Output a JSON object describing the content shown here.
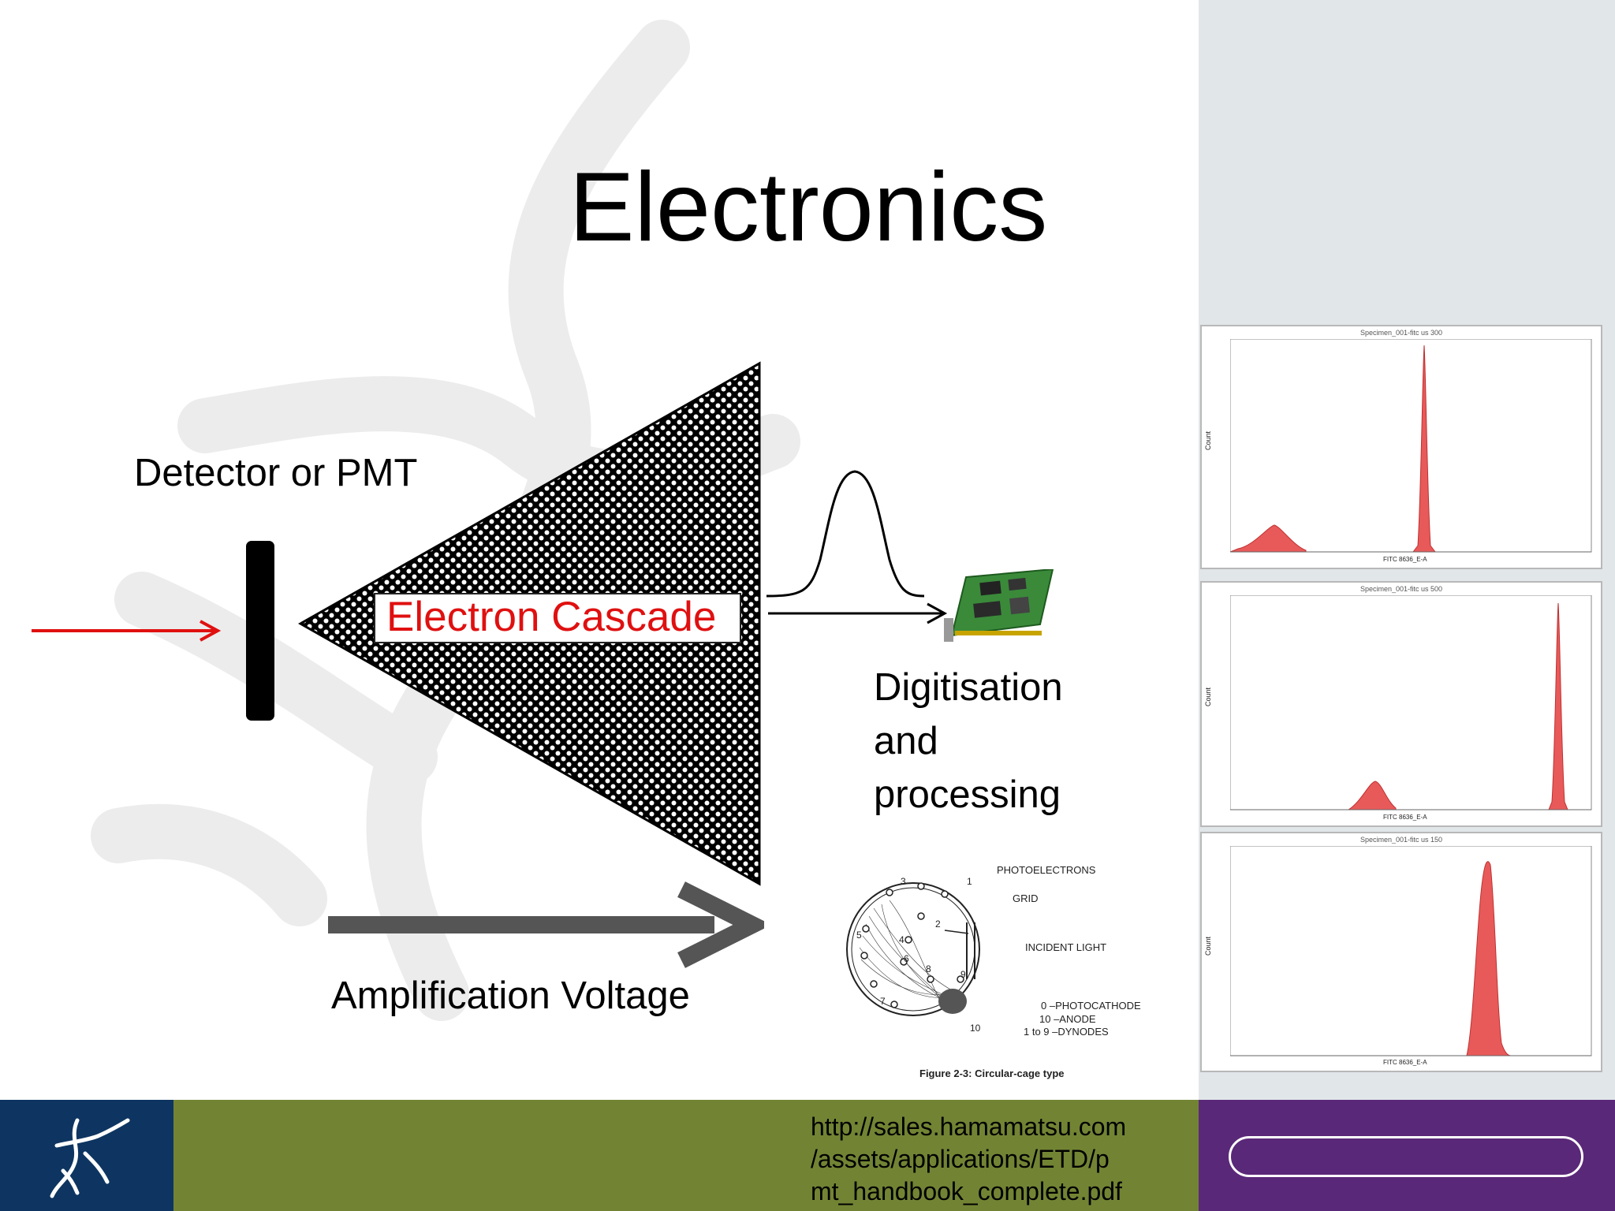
{
  "slide": {
    "title": "Electronics",
    "detector_label": "Detector or PMT",
    "cascade_label": "Electron Cascade",
    "amplification_label": "Amplification Voltage",
    "digitisation_lines": [
      "Digitisation",
      "and",
      "processing"
    ],
    "url_lines": [
      "http://sales.hamamatsu.com",
      "/assets/applications/ETD/p",
      "mt_handbook_complete.pdf"
    ]
  },
  "pmt_figure": {
    "labels": {
      "photoelectrons": "PHOTOELECTRONS",
      "grid": "GRID",
      "incident_light": "INCIDENT LIGHT"
    },
    "legend": [
      "0 –PHOTOCATHODE",
      "10 –ANODE",
      "1 to 9 –DYNODES"
    ],
    "dynode_numbers": [
      "1",
      "2",
      "3",
      "4",
      "5",
      "6",
      "7",
      "8",
      "9",
      "10"
    ],
    "caption": "Figure 2-3: Circular-cage type"
  },
  "histograms": [
    {
      "title": "Specimen_001-fitc us 300",
      "ylabel": "Count",
      "xlabel": "FITC 8636_E-A"
    },
    {
      "title": "Specimen_001-fitc us 500",
      "ylabel": "Count",
      "xlabel": "FITC 8636_E-A"
    },
    {
      "title": "Specimen_001-fitc us 150",
      "ylabel": "Count",
      "xlabel": "FITC 8636_E-A"
    }
  ],
  "colors": {
    "right_panel": "#e1e6e9",
    "footer_blue": "#0e3561",
    "footer_green": "#728434",
    "footer_purple": "#5a2878",
    "cascade_text": "#e01010",
    "arrow_red": "#e01010",
    "voltage_arrow": "#555555",
    "histogram_fill": "#e85a5a"
  },
  "icons": {
    "footer_logo": "dna-helix-logo-icon",
    "card": "circuit-board-icon"
  }
}
